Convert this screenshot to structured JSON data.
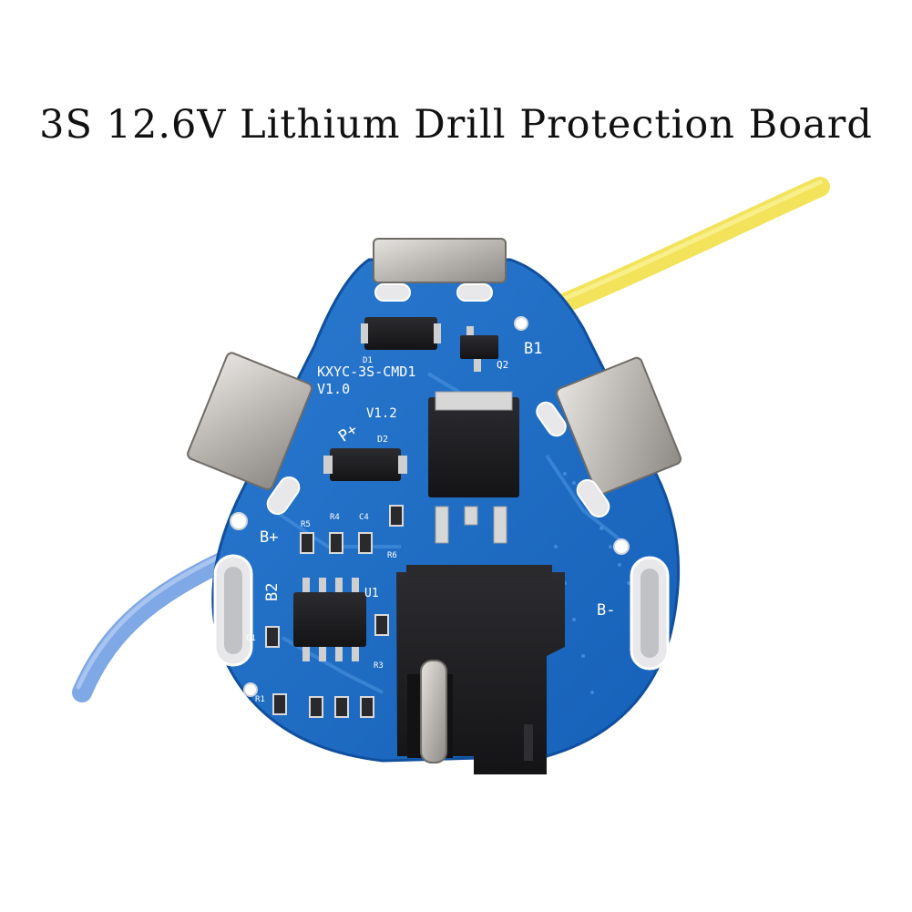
{
  "title": "3S 12.6V Lithium Drill Protection Board",
  "board": {
    "model_label": "KXYC-3S-CMD1",
    "version_label": "V1.0",
    "revision_label": "V1.2",
    "pads": {
      "b1": "B1",
      "b2": "B2",
      "b_plus": "B+",
      "b_minus": "B-",
      "p_plus": "P+"
    },
    "components": {
      "d1": "D1",
      "d2": "D2",
      "q2": "Q2",
      "u1": "U1",
      "r1": "R1",
      "r3": "R3",
      "r4": "R4",
      "r5": "R5",
      "r6": "R6",
      "c1": "C1",
      "c4": "C4"
    }
  },
  "colors": {
    "pcb": "#1f6fc4",
    "pcb_dark": "#0f4f9e",
    "wire_yellow": "#f2e35a",
    "wire_blue": "#7fa8e6",
    "metal": "#c8c6c2",
    "component_black": "#1b1b1d"
  }
}
